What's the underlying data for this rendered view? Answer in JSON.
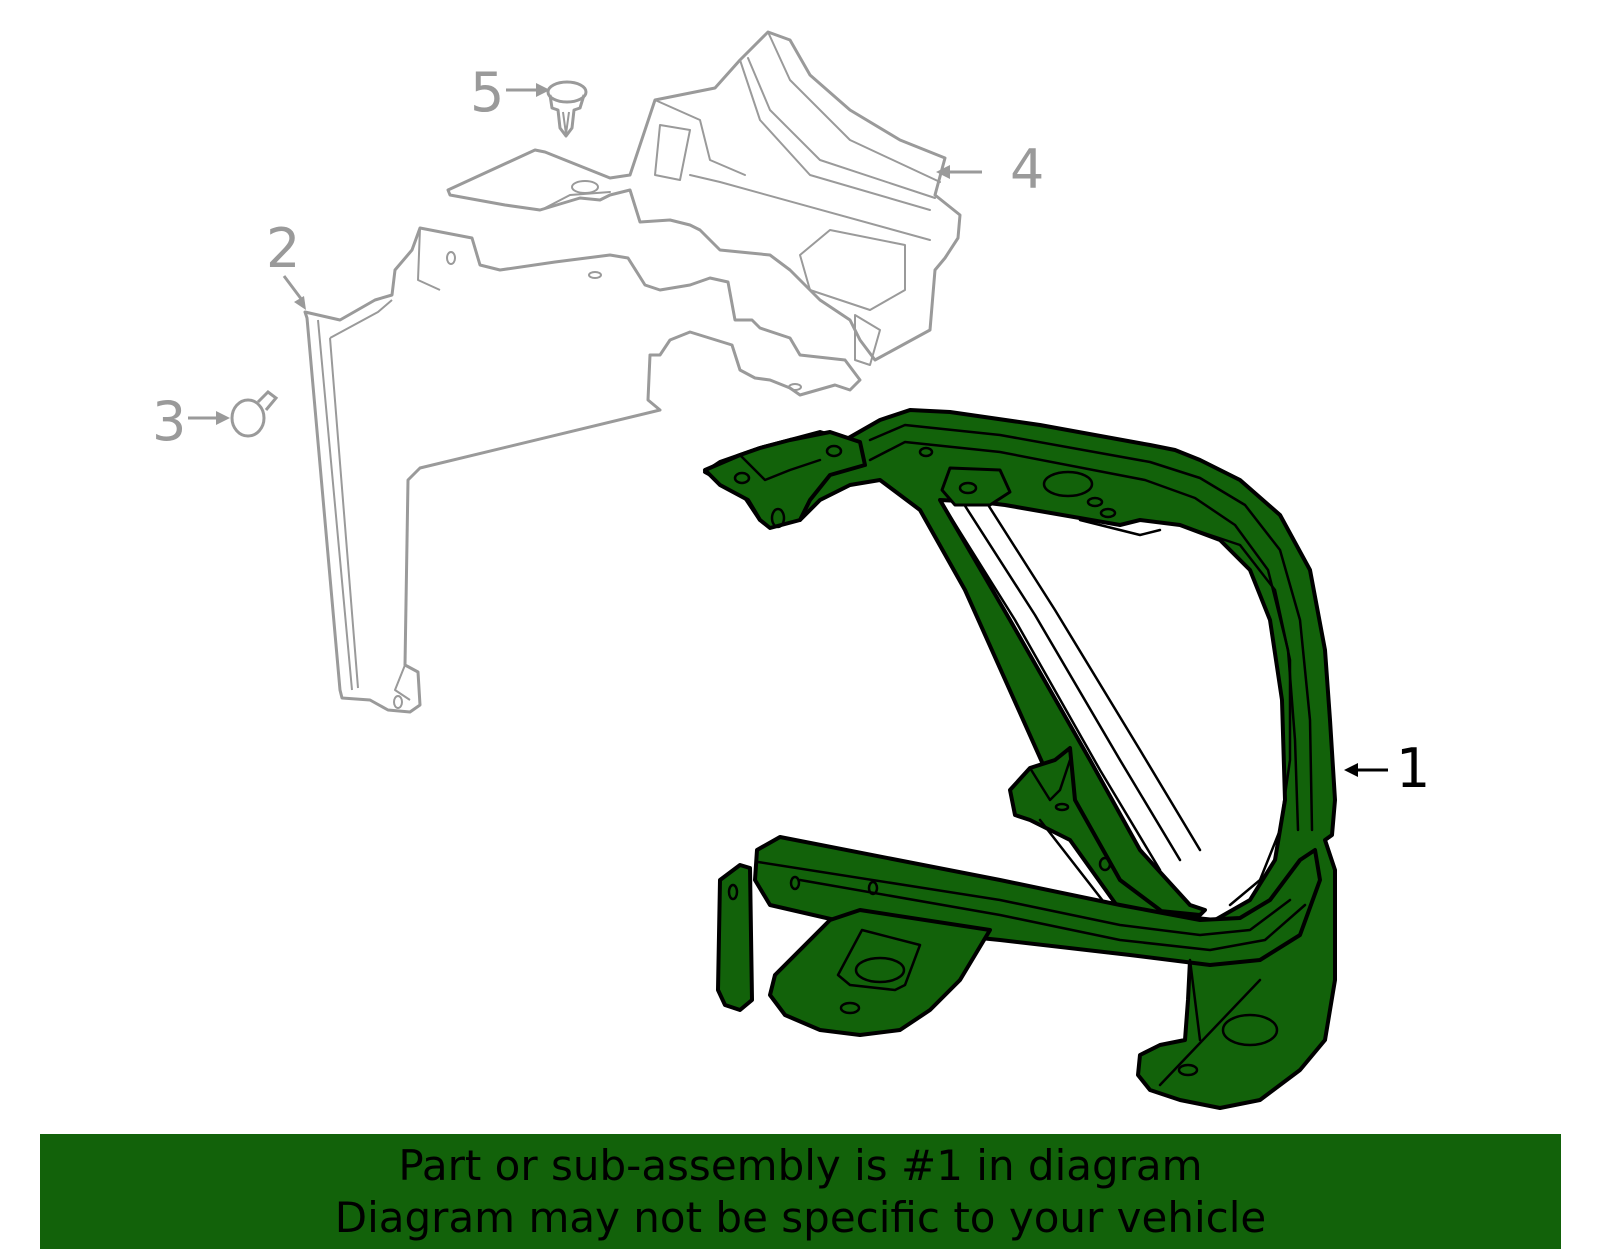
{
  "diagram": {
    "highlight_color": "#12620a",
    "outline_color": "#000000",
    "context_color": "#9a9a9a",
    "callouts": [
      {
        "number": "1",
        "label": "1",
        "highlighted": true
      },
      {
        "number": "2",
        "label": "2",
        "highlighted": false
      },
      {
        "number": "3",
        "label": "3",
        "highlighted": false
      },
      {
        "number": "4",
        "label": "4",
        "highlighted": false
      },
      {
        "number": "5",
        "label": "5",
        "highlighted": false
      }
    ]
  },
  "banner": {
    "background": "#12620a",
    "line1": "Part or sub-assembly is #1 in diagram",
    "line2": "Diagram may not be specific to your vehicle"
  }
}
